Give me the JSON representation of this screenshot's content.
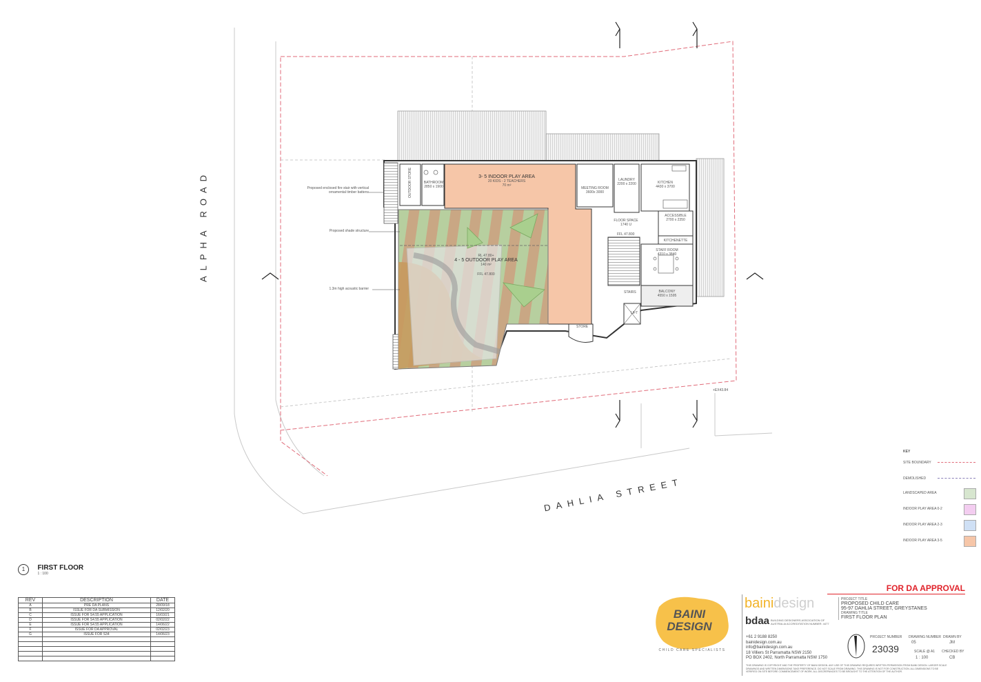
{
  "streets": {
    "west": "ALPHA ROAD",
    "south": "DAHLIA STREET"
  },
  "rooms": {
    "indoor_play": {
      "title": "3- 5 INDOOR PLAY AREA",
      "capacity": "20 KIDS - 2 TEACHERS",
      "area": "70 m²"
    },
    "outdoor_play": {
      "title": "4 - 5 OUTDOOR PLAY AREA",
      "area": "140 m²",
      "rl": "RL 47.80+",
      "ffl": "FFL 47.800"
    },
    "bathroom": {
      "title": "BATHROOM",
      "size": "2850 x 1900"
    },
    "outdoor_store": "OUTDOOR STORE",
    "meeting": {
      "title": "MEETING ROOM",
      "size": "3600x 3000"
    },
    "laundry": {
      "title": "LAUNDRY",
      "size": "2200 x 2200"
    },
    "kitchen": {
      "title": "KITCHEN",
      "size": "4430 x 3700"
    },
    "floor_space": {
      "title": "FLOOR SPACE",
      "size": "1740 U"
    },
    "accessible": {
      "title": "ACCESSIBLE",
      "size": "2700 x 2350"
    },
    "kitchenette": "KITCHENETTE",
    "staff": {
      "title": "STAFF ROOM",
      "size": "4310 x 3840"
    },
    "stairs": "STAIRS",
    "lift": "LIFT",
    "store": "STORE",
    "balcony": {
      "title": "BALCONY",
      "size": "4550 x 1595"
    },
    "ffl_landing": "FFL 47.800",
    "ex_level": "+EX43.84"
  },
  "annotations": {
    "fire_stair": "Proposed enclosed fire stair with vertical ornamental timber battens",
    "shade": "Proposed shade structure",
    "acoustic": "1.3m high acoustic barrier"
  },
  "key": {
    "title": "KEY",
    "items": [
      {
        "label": "SITE BOUNDARY",
        "type": "line",
        "color": "#e06a78"
      },
      {
        "label": "DEMOLISHED",
        "type": "line",
        "color": "#8a7fb8"
      },
      {
        "label": "LANDSCAPED AREA",
        "type": "box",
        "color": "#d7e6cf"
      },
      {
        "label": "INDOOR PLAY AREA 0-2",
        "type": "box",
        "color": "#f3cdf0"
      },
      {
        "label": "INDOOR PLAY AREA 2-3",
        "type": "box",
        "color": "#cfe0f5"
      },
      {
        "label": "INDOOR PLAY AREA 3-5",
        "type": "box",
        "color": "#f6c6a8"
      }
    ]
  },
  "view": {
    "number": "1",
    "title": "FIRST FLOOR",
    "scale": "1 : 100"
  },
  "revisions": {
    "headers": [
      "REV",
      "DESCRIPTION",
      "DATE"
    ],
    "rows": [
      [
        "A",
        "PRE DA PLANS",
        "28/09/18"
      ],
      [
        "B",
        "ISSUE FOR DA SUBMISSION",
        "12/02/20"
      ],
      [
        "C",
        "ISSUE FOR S4.55 APPLICATION",
        "16/03/21"
      ],
      [
        "D",
        "ISSUE FOR S4.55 APPLICATION",
        "02/02/22"
      ],
      [
        "E",
        "ISSUE FOR S4.55 APPLICATION",
        "14/06/22"
      ],
      [
        "F",
        "ISSUE FOR DA APPROVAL",
        "02/02/23"
      ],
      [
        "G",
        "ISSUE FOR S34",
        "14/06/23"
      ],
      [
        "",
        "",
        ""
      ],
      [
        "",
        "",
        ""
      ],
      [
        "",
        "",
        ""
      ],
      [
        "",
        "",
        ""
      ],
      [
        "",
        "",
        ""
      ]
    ]
  },
  "title_block": {
    "status": "FOR DA APPROVAL",
    "logo_line1": "BAINI",
    "logo_line2": "DESIGN",
    "logo_tagline": "CHILD CARE SPECIALISTS",
    "brand_a": "baini",
    "brand_b": "design",
    "assoc_logo": "bdaa",
    "assoc_text": "BUILDING DESIGNERS ASSOCIATION OF AUSTRALIA ACCREDITATION NUMBER: 4477",
    "phone": "+61 2 9188 8250",
    "web": "bainidesign.com.au",
    "email": "info@bainidesign.com.au",
    "addr1": "18 Villiers St Parramatta NSW 2150",
    "addr2": "PO BOX 2402, North Parramatta NSW 1750",
    "project_title_label": "PROJECT TITLE",
    "project_title": "PROPOSED CHILD CARE",
    "project_address": "95-97 DAHLIA STREET, GREYSTANES",
    "drawing_title_label": "DRAWING TITLE",
    "drawing_title": "FIRST FLOOR PLAN",
    "project_number_label": "PROJECT NUMBER",
    "project_number": "23039",
    "drawing_number_label": "DRAWING NUMBER",
    "drawing_number": "05",
    "drawn_by_label": "DRAWN BY",
    "drawn_by": "JM",
    "scale_label": "SCALE @ A1",
    "scale": "1 : 100",
    "checked_by_label": "CHECKED BY",
    "checked_by": "CB",
    "disclaimer1": "THIS DRAWING IS COPYRIGHT AND THE PROPERTY OF BAINI DESIGN. ANY USE OF THIS DRAWING REQUIRES WRITTEN PERMISSION FROM BAINI DESIGN. LARGER SCALE",
    "disclaimer2": "DRAWINGS AND WRITTEN DIMENSIONS TAKE PREFERENCE. DO NOT SCALE FROM DRAWING. THIS DRAWING IS NOT FOR CONSTRUCTION. ALL DIMENSIONS TO BE",
    "disclaimer3": "VERIFIED ON SITE BEFORE COMMENCEMENT OF WORK. ALL DISCREPANCIES TO BE BROUGHT TO THE ATTENTION OF THE AUTHOR."
  }
}
